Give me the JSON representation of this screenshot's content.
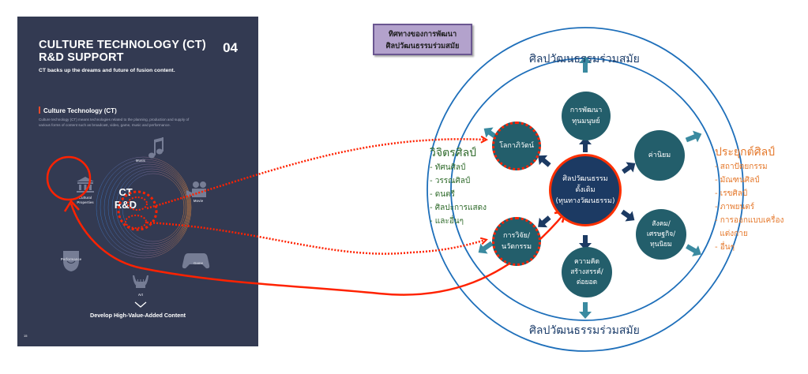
{
  "poster": {
    "title_line1": "CULTURE TECHNOLOGY (CT)",
    "title_line2": "R&D SUPPORT",
    "page_section": "04",
    "subtitle": "CT backs up the dreams and future of fusion content.",
    "section_heading": "Culture Technology (CT)",
    "description": "Culture technology (CT) means technologies related to the planning, production and supply of various forms of content such as broadcast, video, game, music and performance.",
    "center_label_line1": "CT",
    "center_label_line2": "R&D",
    "categories": [
      {
        "label": "Music",
        "icon": "music-note-icon"
      },
      {
        "label": "Movie",
        "icon": "movie-camera-icon"
      },
      {
        "label": "Game",
        "icon": "gamepad-icon"
      },
      {
        "label": "Art",
        "icon": "lyre-icon"
      },
      {
        "label": "Performance",
        "icon": "theater-mask-icon"
      },
      {
        "label_line1": "Cultural",
        "label_line2": "Properties",
        "icon": "museum-building-icon"
      }
    ],
    "bottom_text": "Develop High-Value-Added Content",
    "page_number": "15"
  },
  "diagram": {
    "title_line1": "ทิศทางของการพัฒนา",
    "title_line2": "ศิลปวัฒนธรรมร่วมสมัย",
    "outer_label_top": "ศิลปวัฒนธรรมร่วมสมัย",
    "outer_label_bottom": "ศิลปวัฒนธรรมร่วมสมัย",
    "center_node": {
      "line1": "ศิลปวัฒนธรรม",
      "line2": "ดั้งเดิม",
      "line3": "(ทุนทางวัฒนธรรม)"
    },
    "nodes": {
      "human_capital": {
        "line1": "การพัฒนา",
        "line2": "ทุนมนุษย์"
      },
      "values": {
        "line1": "ค่านิยม"
      },
      "society": {
        "line1": "สังคม/",
        "line2": "เศรษฐกิจ/",
        "line3": "ทุนนิยม"
      },
      "creativity": {
        "line1": "ความคิด",
        "line2": "สร้างสรรค์/",
        "line3": "ต่อยอด"
      },
      "research": {
        "line1": "การวิจัย/",
        "line2": "นวัตกรรม"
      },
      "globalization": {
        "line1": "โลกาภิวัตน์"
      }
    },
    "fine_arts": {
      "heading": "วิจิตรศิลป์",
      "items": [
        "- ทัศนศิลป์",
        "- วรรณศิลป์",
        "- ดนตรี",
        "- ศิลปะการแสดง",
        "- และอื่นๆ"
      ]
    },
    "applied_arts": {
      "heading": "ประยุกต์ศิลป์",
      "items": [
        "- สถาปัตยกรรม",
        "- มัณฑนศิลป์",
        "- เรขศิลป์",
        "- ภาพยนตร์",
        "- การออกแบบเครื่อง",
        "  แต่งกาย",
        "- อื่นๆ"
      ]
    },
    "colors": {
      "node_teal": "#235e6b",
      "center_navy": "#1c3a63",
      "highlight_red": "#ff2200",
      "ring_blue": "#1e6fba",
      "outward_arrow": "#3a8aa0",
      "inward_arrow": "#1c3a63",
      "fine_arts_green": "#2e6a2a",
      "applied_arts_orange": "#e5782b",
      "title_box_purple": "#b3a2cc",
      "poster_bg": "#333a52"
    }
  }
}
